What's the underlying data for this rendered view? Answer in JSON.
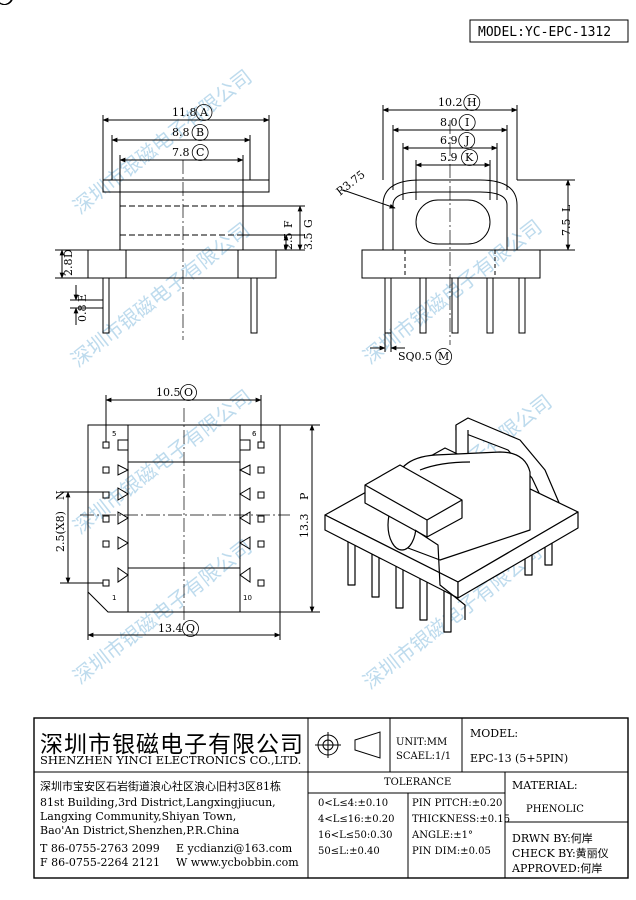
{
  "model_header": "MODEL:YC-EPC-1312",
  "watermark": "深圳市银磁电子有限公司",
  "dims": {
    "a": "11.8",
    "a_mark": "A",
    "b": "8.8",
    "b_mark": "B",
    "c": "7.8",
    "c_mark": "C",
    "d": "2.8",
    "d_mark": "D",
    "e": "0.8",
    "e_mark": "E",
    "f": "2.5",
    "f_mark": "F",
    "g": "3.5",
    "g_mark": "G",
    "h": "10.2",
    "h_mark": "H",
    "i": "8.0",
    "i_mark": "I",
    "j": "6.9",
    "j_mark": "J",
    "k": "5.9",
    "k_mark": "K",
    "l": "7.5",
    "l_mark": "L",
    "m": "SQ0.5",
    "m_mark": "M",
    "r": "R3.75",
    "n": "2.5(X8)",
    "n_mark": "N",
    "o": "10.5",
    "o_mark": "O",
    "p": "13.3",
    "p_mark": "P",
    "q": "13.4",
    "q_mark": "Q"
  },
  "pin_numbers": {
    "p5": "5",
    "p6": "6",
    "p1": "1",
    "p10": "10"
  },
  "title_block": {
    "company_cn": "深圳市银磁电子有限公司",
    "company_en": "SHENZHEN YINCI ELECTRONICS CO.,LTD.",
    "unit": "UNIT:MM",
    "scale": "SCAEL:1/1",
    "model_label": "MODEL:",
    "model_value": "EPC-13 (5+5PIN)",
    "address_cn": "深圳市宝安区石岩街道浪心社区浪心旧村3区81栋",
    "address_en_1": "81st Building,3rd District,Langxingjiucun,",
    "address_en_2": "Langxing Community,Shiyan Town,",
    "address_en_3": "Bao'An District,Shenzhen,P.R.China",
    "tel": "T 86-0755-2763 2099",
    "fax": "F 86-0755-2264 2121",
    "email": "E ycdianzi@163.com",
    "web": "W www.ycbobbin.com",
    "tolerance_title": "TOLERANCE",
    "tol_1": "0<L≤4:±0.10",
    "tol_2": "4<L≤16:±0.20",
    "tol_3": "16<L≤50:0.30",
    "tol_4": "50≤L:±0.40",
    "pin_pitch": "PIN PITCH:±0.20",
    "thickness": "THICKNESS:±0.15",
    "angle": "ANGLE:±1°",
    "pin_dim": "PIN DIM:±0.05",
    "material_label": "MATERIAL:",
    "material_value": "PHENOLIC",
    "drawn_by": "DRWN BY:何岸",
    "check_by": "CHECK BY:黄丽仪",
    "approved": "APPROVED:何岸"
  }
}
